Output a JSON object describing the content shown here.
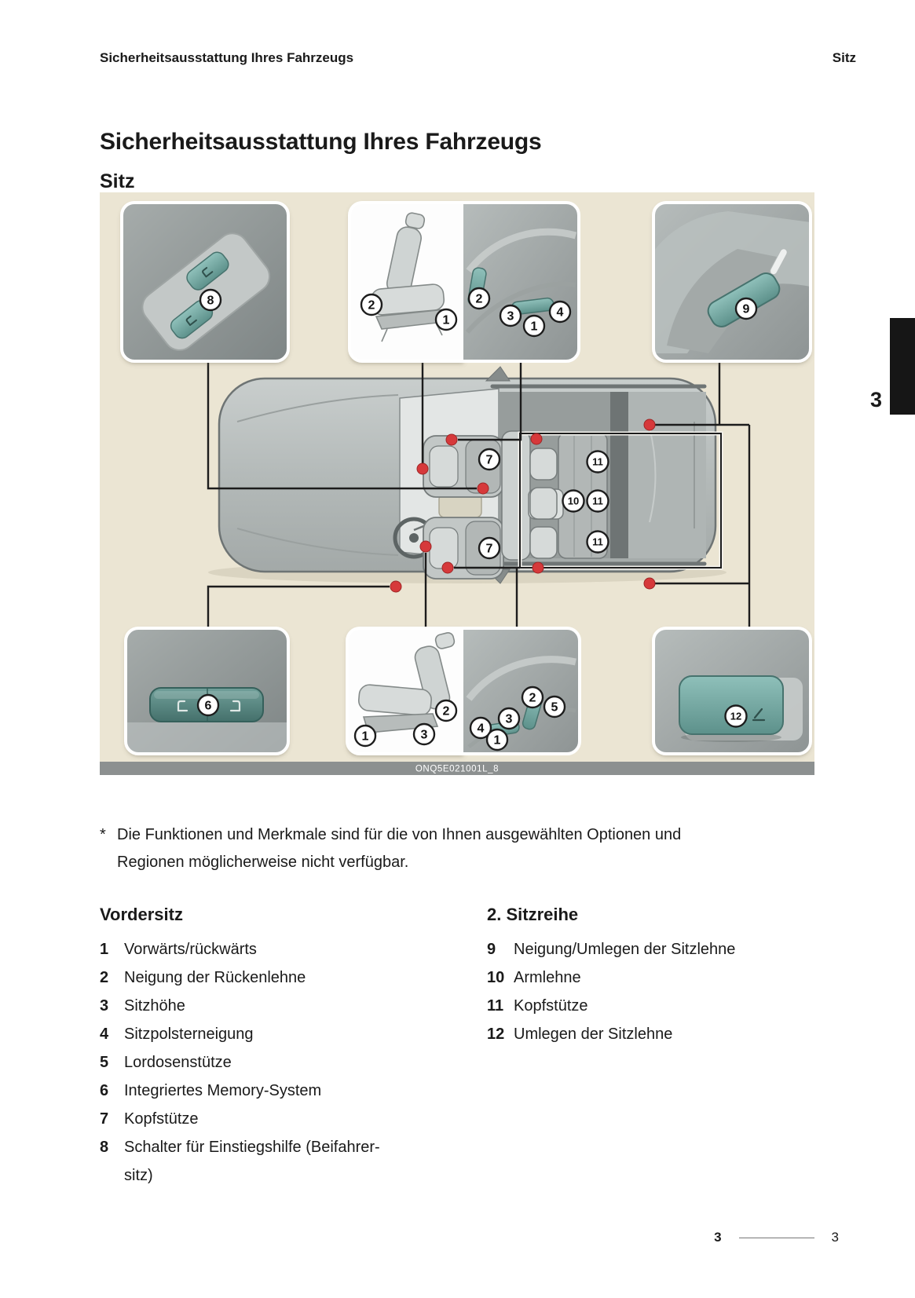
{
  "header": {
    "left": "Sicherheitsausstattung Ihres Fahrzeugs",
    "right": "Sitz"
  },
  "title": "Sicherheitsausstattung Ihres Fahrzeugs",
  "subtitle": "Sitz",
  "chapter_tab": {
    "number": "3"
  },
  "figure": {
    "caption": "ONQ5E021001L_8",
    "callouts": {
      "panel_top_left": "8",
      "panel_top_middle_seat": [
        "2",
        "1"
      ],
      "panel_top_middle_side": [
        "2",
        "3",
        "1",
        "4"
      ],
      "panel_top_right": "9",
      "car_front_headrest": "7",
      "car_armrest": "10",
      "car_rear_headrest": "11",
      "panel_bottom_left": "6",
      "panel_bottom_middle_seat": [
        "1",
        "3",
        "2"
      ],
      "panel_bottom_middle_side": [
        "4",
        "3",
        "1",
        "2",
        "5"
      ],
      "panel_bottom_right": "12"
    },
    "colors": {
      "background": "#EBE5D3",
      "caption_bar": "#8C9090",
      "marker_red": "#D6393B",
      "control_teal": "#74A8A3"
    }
  },
  "footnote": {
    "marker": "*",
    "line1": "Die Funktionen und Merkmale sind für die von Ihnen ausgewählten Optionen und",
    "line2": "Regionen möglicherweise nicht verfügbar."
  },
  "lists": {
    "front_seat": {
      "heading": "Vordersitz",
      "items": [
        {
          "num": "1",
          "label": "Vorwärts/rückwärts"
        },
        {
          "num": "2",
          "label": "Neigung der Rückenlehne"
        },
        {
          "num": "3",
          "label": "Sitzhöhe"
        },
        {
          "num": "4",
          "label": "Sitzpolsterneigung"
        },
        {
          "num": "5",
          "label": "Lordosenstütze"
        },
        {
          "num": "6",
          "label": "Integriertes Memory-System"
        },
        {
          "num": "7",
          "label": "Kopfstütze"
        },
        {
          "num": "8",
          "label": "Schalter für Einstiegshilfe (Beifahrer-\nsitz)"
        }
      ]
    },
    "second_row": {
      "heading": "2. Sitzreihe",
      "items": [
        {
          "num": "9",
          "label": "Neigung/Umlegen der Sitzlehne"
        },
        {
          "num": "10",
          "label": "Armlehne"
        },
        {
          "num": "11",
          "label": "Kopfstütze"
        },
        {
          "num": "12",
          "label": "Umlegen der Sitzlehne"
        }
      ]
    }
  },
  "footer": {
    "chapter": "3",
    "page": "3"
  }
}
